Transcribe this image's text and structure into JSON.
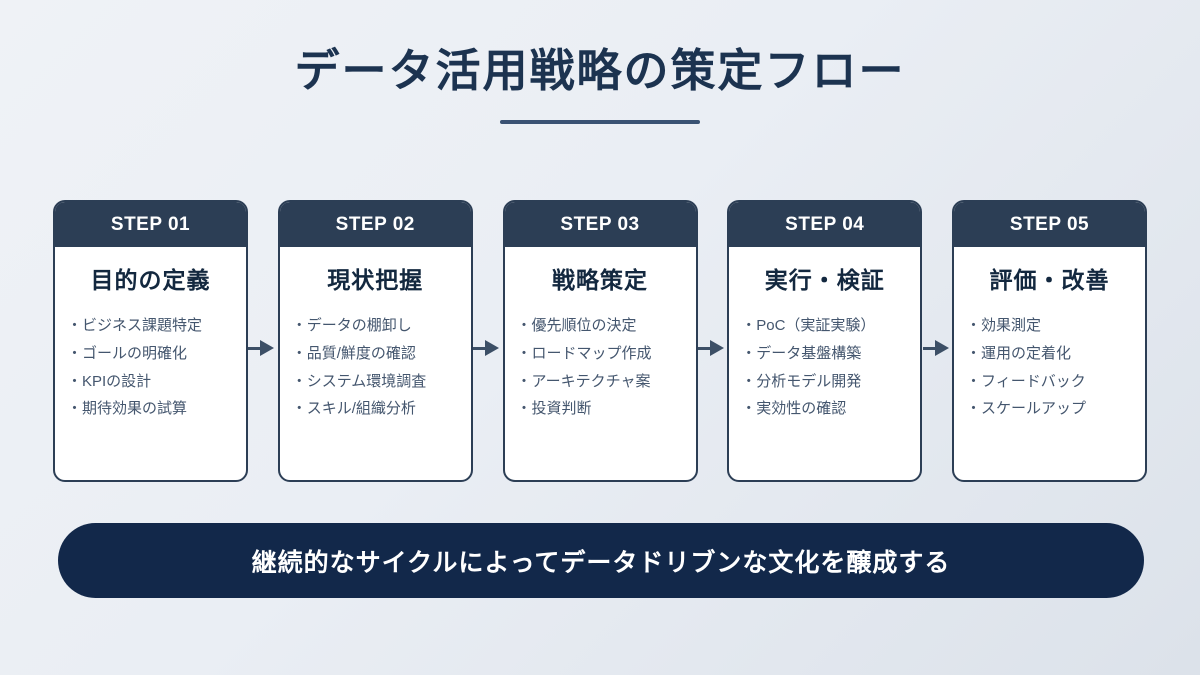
{
  "header": {
    "title": "データ活用戦略の策定フロー"
  },
  "steps": [
    {
      "step_label": "STEP 01",
      "title": "目的の定義",
      "bullets": [
        "・ビジネス課題特定",
        "・ゴールの明確化",
        "・KPIの設計",
        "・期待効果の試算"
      ]
    },
    {
      "step_label": "STEP 02",
      "title": "現状把握",
      "bullets": [
        "・データの棚卸し",
        "・品質/鮮度の確認",
        "・システム環境調査",
        "・スキル/組織分析"
      ]
    },
    {
      "step_label": "STEP 03",
      "title": "戦略策定",
      "bullets": [
        "・優先順位の決定",
        "・ロードマップ作成",
        "・アーキテクチャ案",
        "・投資判断"
      ]
    },
    {
      "step_label": "STEP 04",
      "title": "実行・検証",
      "bullets": [
        "・PoC（実証実験）",
        "・データ基盤構築",
        "・分析モデル開発",
        "・実効性の確認"
      ]
    },
    {
      "step_label": "STEP 05",
      "title": "評価・改善",
      "bullets": [
        "・効果測定",
        "・運用の定着化",
        "・フィードバック",
        "・スケールアップ"
      ]
    }
  ],
  "footer": {
    "banner_text": "継続的なサイクルによってデータドリブンな文化を醸成する"
  },
  "colors": {
    "header_navy": "#2c3e55",
    "banner_navy": "#12284a",
    "title_navy": "#1c3350",
    "bullet_slate": "#44566e",
    "arrow_slate": "#3c4f66",
    "background_light": "#eff2f6",
    "background_dark": "#dce2ea"
  }
}
